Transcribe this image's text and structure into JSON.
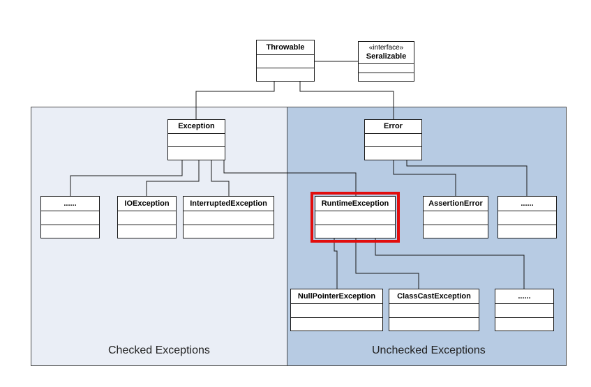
{
  "classes": {
    "throwable": "Throwable",
    "serializable_stereotype": "«interface»",
    "serializable": "Seralizable",
    "exception": "Exception",
    "error": "Error",
    "checked_ellipsis": "......",
    "ioexception": "IOException",
    "interruptedexception": "InterruptedException",
    "runtimeexception": "RuntimeException",
    "assertionerror": "AssertionError",
    "error_ellipsis": "......",
    "nullpointerexception": "NullPointerException",
    "classcastexception": "ClassCastException",
    "runtime_ellipsis": "......"
  },
  "regions": {
    "checked": "Checked Exceptions",
    "unchecked": "Unchecked Exceptions"
  },
  "colors": {
    "checked_bg": "#eaeef6",
    "unchecked_bg": "#b7cbe3",
    "highlight": "#e20d0d"
  }
}
